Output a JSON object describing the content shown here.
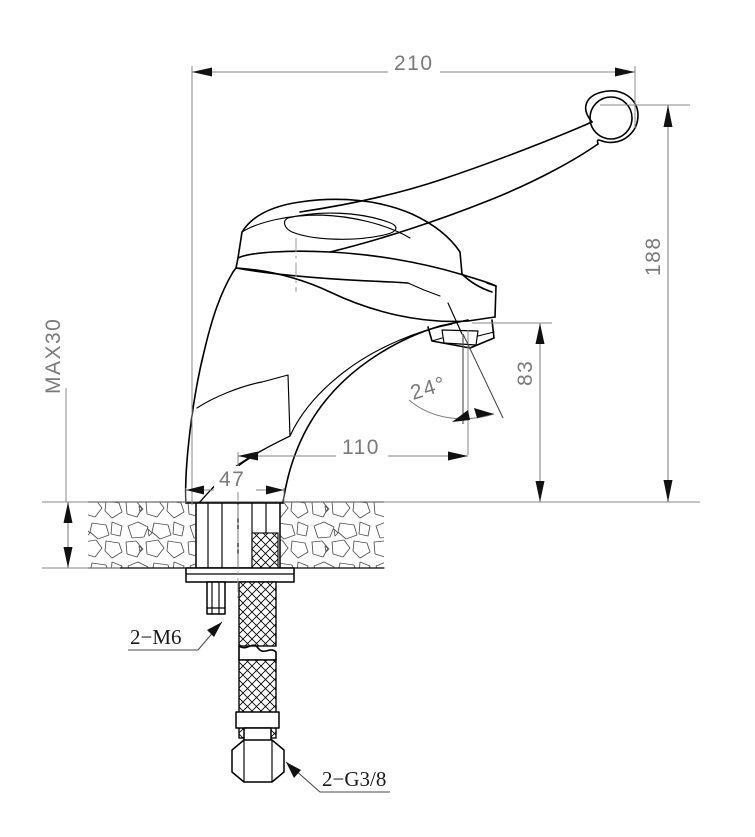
{
  "drawing": {
    "title": "Basin mixer tap technical dimension drawing",
    "type": "engineering-dimension-drawing",
    "units": "mm",
    "line_color": "#000000",
    "dimension_color": "#808080",
    "label_color": "#1a1a1a",
    "background": "#ffffff"
  },
  "dimensions": {
    "overall_length": {
      "value": "210",
      "orientation": "horizontal",
      "location": "top",
      "description": "Overall horizontal length from body back edge to lever ring end"
    },
    "overall_height": {
      "value": "188",
      "orientation": "vertical-rotated",
      "location": "right",
      "description": "Overall height from deck surface to top of lever ring"
    },
    "spout_height": {
      "value": "83",
      "orientation": "vertical-rotated",
      "location": "inner-right",
      "description": "Height from deck surface to spout outlet"
    },
    "spout_reach": {
      "value": "110",
      "orientation": "horizontal",
      "location": "lower-middle",
      "description": "Horizontal reach from body centre to spout outlet"
    },
    "base_offset": {
      "value": "47",
      "orientation": "horizontal",
      "location": "lower-left",
      "description": "Base offset dimension at deck level"
    },
    "deck_thickness": {
      "value": "MAX30",
      "orientation": "vertical-rotated",
      "location": "far-left",
      "description": "Maximum mounting deck / counter thickness"
    },
    "outlet_angle": {
      "value": "24°",
      "orientation": "angular",
      "location": "centre",
      "description": "Spout outlet stream angle"
    }
  },
  "callouts": [
    {
      "id": "mounting-stud",
      "text": "2−M6",
      "description": "Two M6 mounting studs",
      "leader": "from label up-right to mounting stud"
    },
    {
      "id": "supply-connection",
      "text": "2−G3/8",
      "description": "Two G3/8 supply hose connections",
      "leader": "from label up-left to hex nut"
    }
  ],
  "components": {
    "lever_handle": "single-lever ergonomic handle with ring end",
    "body": "cast mixer body with curved spout",
    "spout_outlet": "aerator outlet at spout tip",
    "deck": "counter / basin deck shown in stone section hatch",
    "mounting_hardware": "threaded stud with washer and nut",
    "supply_hose": "braided flexible supply hose with break line",
    "hex_nut": "hexagonal connection nut"
  }
}
